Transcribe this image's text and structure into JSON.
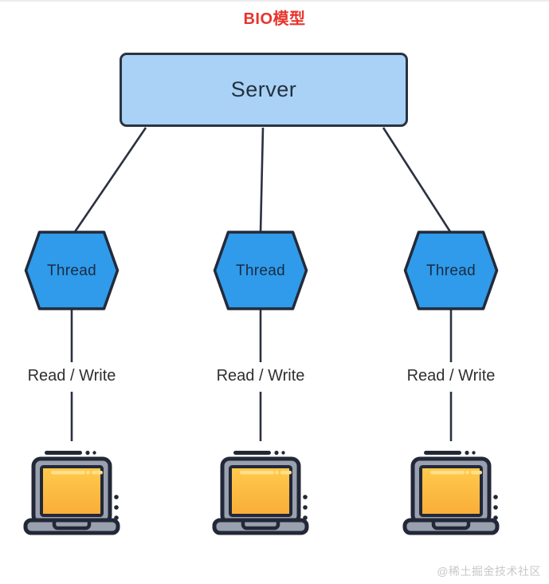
{
  "title": {
    "text": "BIO模型",
    "color": "#e8342c"
  },
  "server": {
    "label": "Server",
    "fill": "#a9d2f6",
    "border_color": "#2a3342"
  },
  "threads": [
    {
      "label": "Thread"
    },
    {
      "label": "Thread"
    },
    {
      "label": "Thread"
    }
  ],
  "thread_style": {
    "fill": "#2f9bea",
    "border_color": "#232a3a"
  },
  "links": [
    {
      "label": "Read / Write"
    },
    {
      "label": "Read / Write"
    },
    {
      "label": "Read / Write"
    }
  ],
  "clients": [
    {
      "icon": "laptop-icon"
    },
    {
      "icon": "laptop-icon"
    },
    {
      "icon": "laptop-icon"
    }
  ],
  "laptop_style": {
    "screen_color_top": "#ffcb4d",
    "screen_color_bottom": "#f9ad39",
    "frame_color": "#9aa1ae",
    "outline_color": "#232838",
    "highlight_color": "#ffe08a"
  },
  "connector_color": "#2b3140",
  "watermark": {
    "text": "@稀土掘金技术社区",
    "color": "#c8c8c8"
  }
}
